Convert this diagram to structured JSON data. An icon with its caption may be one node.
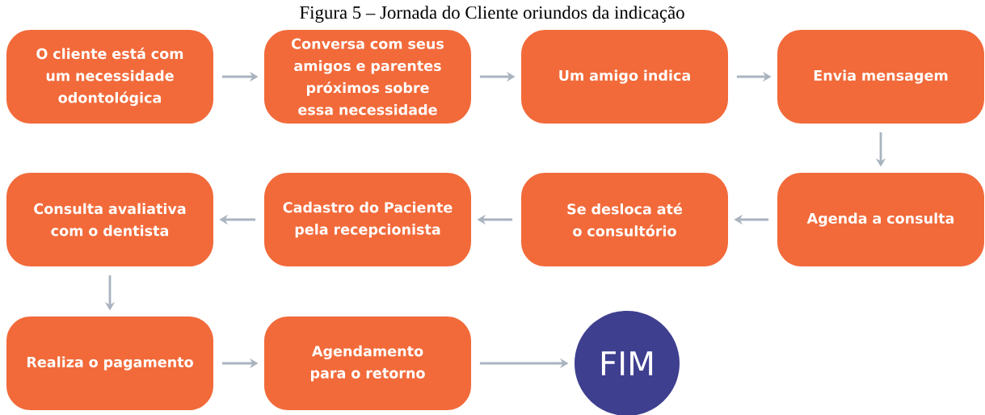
{
  "diagram": {
    "title": "Figura 5 – Jornada do Cliente oriundos da indicação",
    "nodes": [
      {
        "text": [
          "O cliente está com um necessidade odontológica"
        ]
      },
      {
        "text": [
          "Conversa com seus amigos e parentes próximos sobre essa necessidade"
        ]
      },
      {
        "text": [
          "Um amigo indica"
        ]
      },
      {
        "text": [
          "Envia mensagem"
        ]
      },
      {
        "text": [
          "Consulta avaliativa com o dentista"
        ]
      },
      {
        "text": [
          "Cadastro do Paciente pela recepcionista"
        ]
      },
      {
        "text": [
          "Se desloca até o consultório"
        ]
      },
      {
        "text": [
          "Agenda a consulta"
        ]
      },
      {
        "text": [
          "Realiza o pagamento"
        ]
      },
      {
        "text": [
          "Agendamento para o retorno"
        ]
      },
      {
        "text": [
          "FIM"
        ]
      }
    ],
    "edges": [
      {
        "from": 0,
        "to": 1,
        "arrow": "to"
      },
      {
        "from": 1,
        "to": 2,
        "arrow": "to"
      },
      {
        "from": 2,
        "to": 3,
        "arrow": "to"
      },
      {
        "from": 3,
        "to": 7,
        "arrow": "to"
      },
      {
        "from": 7,
        "to": 6,
        "arrow": "to"
      },
      {
        "from": 6,
        "to": 5,
        "arrow": "to"
      },
      {
        "from": 5,
        "to": 4,
        "arrow": "to"
      },
      {
        "from": 4,
        "to": 8,
        "arrow": "to"
      },
      {
        "from": 8,
        "to": 9,
        "arrow": "to"
      },
      {
        "from": 9,
        "to": 10,
        "arrow": "to"
      }
    ]
  }
}
